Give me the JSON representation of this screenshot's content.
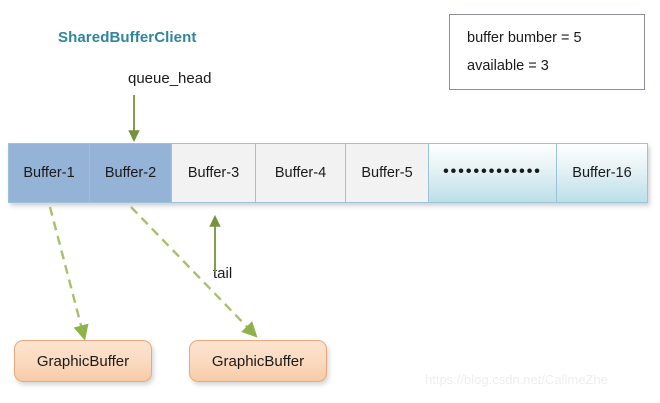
{
  "diagram": {
    "title": "SharedBufferClient",
    "title_color": "#31859c",
    "queue_head_label": "queue_head",
    "tail_label": "tail",
    "watermark": "https://blog.csdn.net/CallmeZhe"
  },
  "legend": {
    "lines": [
      "buffer bumber = 5",
      "available = 3"
    ]
  },
  "buffer_strip": {
    "cells": [
      {
        "label": "Buffer-1",
        "state": "used"
      },
      {
        "label": "Buffer-2",
        "state": "used"
      },
      {
        "label": "Buffer-3",
        "state": "free"
      },
      {
        "label": "Buffer-4",
        "state": "free"
      },
      {
        "label": "Buffer-5",
        "state": "free"
      },
      {
        "label": "•••••••••••••",
        "state": "teal"
      },
      {
        "label": "Buffer-16",
        "state": "teal"
      }
    ],
    "used_color": "#95b3d7",
    "free_color": "#f2f2f2",
    "teal_color": "#bcdfe8",
    "border_color": "#9cc3d5"
  },
  "graphic_buffers": [
    {
      "label": "GraphicBuffer"
    },
    {
      "label": "GraphicBuffer"
    }
  ],
  "arrows": {
    "solid_color": "#76923c",
    "dashed_color": "#a9bf6d"
  }
}
